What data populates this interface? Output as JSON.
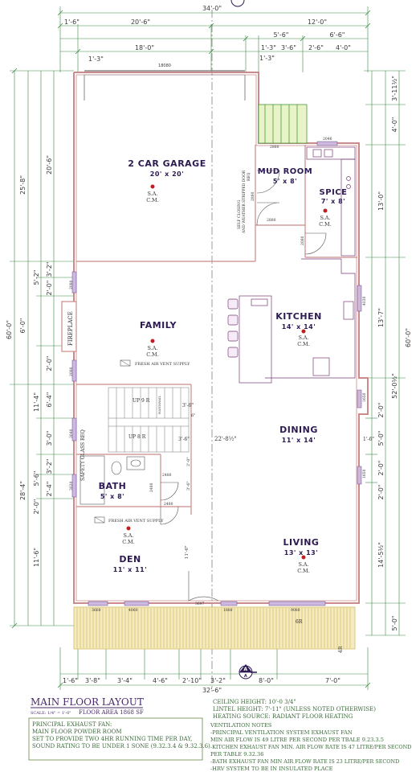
{
  "plan": {
    "top_dimensions": {
      "overall": "34'-0\"",
      "left_span": "20'-6\"",
      "right_span": "12'-0\"",
      "left_offset": "1'-6\"",
      "garage_width": "18'-0\"",
      "garage_offset": "1'-3\"",
      "right_a": "5'-6\"",
      "right_b": "6'-6\"",
      "right_c": "1'-3\"",
      "right_d": "3'-6\"",
      "right_e": "2'-6\"",
      "right_f": "4'-0\"",
      "garage_door_code": "18080"
    },
    "left_dimensions": {
      "garage_depth": "20'-6\"",
      "upper_total": "25'-8\"",
      "total": "60'-0\"",
      "family_a": "5'-2\"",
      "family_b": "3'-2\"",
      "family_c": "2'-0\"",
      "fireplace_a": "6'-0\"",
      "fireplace_b": "2'-0\"",
      "stair_a": "11'-4\"",
      "stair_b": "6'-4\"",
      "stair_c": "3'-0\"",
      "lower_total": "28'-4\"",
      "bath_a": "3'-2\"",
      "bath_b": "5'-6\"",
      "bath_c": "2'-4\"",
      "bath_d": "2'-0\"",
      "den_depth": "11'-6\""
    },
    "right_dimensions": {
      "top_a": "3'-11½\"",
      "top_b": "4'-0\"",
      "upper": "13'-0\"",
      "kitchen": "13'-7\"",
      "total": "60'-0\"",
      "mid_total": "52'-0½\"",
      "dining_a": "2'-0\"",
      "dining_b": "5'-0\"",
      "dining_c": "1'-6\"",
      "living_a": "2'-0\"",
      "living_b": "2'-0\"",
      "living": "14'-5½\"",
      "porch": "5'-0\""
    },
    "bottom_dimensions": {
      "d1": "1'-6\"",
      "d2": "3'-8\"",
      "d3": "3'-4\"",
      "d4": "4'-6\"",
      "d5": "2'-10\"",
      "d6": "3'-2\"",
      "d7": "8'-0\"",
      "d8": "7'-0\"",
      "overall": "32'-6\""
    },
    "rooms": {
      "garage": {
        "name": "2 CAR GARAGE",
        "size": "20' x 20'"
      },
      "mud": {
        "name": "MUD ROOM",
        "size": "5' x 8'"
      },
      "spice": {
        "name": "SPICE",
        "size": "7' x 8'"
      },
      "kitchen": {
        "name": "KITCHEN",
        "size": "14' x 14'"
      },
      "family": {
        "name": "FAMILY"
      },
      "dining": {
        "name": "DINING",
        "size": "11' x 14'"
      },
      "bath": {
        "name": "BATH",
        "size": "5' x 8'"
      },
      "den": {
        "name": "DEN",
        "size": "11' x 11'"
      },
      "living": {
        "name": "LIVING",
        "size": "13' x 13'"
      }
    },
    "detectors": {
      "sa": "S.A.",
      "cm": "C.M."
    },
    "notes_inline": {
      "fresh_air": "FRESH AIR VENT SUPPLY",
      "fireplace": "FIREPLACE",
      "safety_glass": "SAFETY GLASS REQ",
      "self_closing": "SELF CLOSING",
      "weather_strip": "AND WEATHER STRIPPED DOOR",
      "req": "REQ",
      "up_9r": "UP 9 R",
      "up_8r": "UP 8 R",
      "dining_width": "22'-8½\"",
      "stair_gap": "3'-6\"",
      "dn_6r": "6R",
      "dn_4r": "4R",
      "handrail": "HANDRAIL",
      "stair_6": "6\"",
      "stair_36": "3'-6\"",
      "bath_20": "2'-0\"",
      "bath_36": "3'-6\"",
      "den_116": "11'-6\"",
      "dining_16": "1'-6\""
    },
    "opening_codes": {
      "o2046": "2046",
      "o2880a": "2880",
      "o2880b": "2880",
      "o2880c": "2880",
      "o2080a": "2080",
      "o2480a": "2480",
      "o2080b": "2080",
      "o2080c": "2080",
      "o4030": "4030",
      "o3040": "3040",
      "o3020": "3020",
      "o1650a": "1650",
      "o1650b": "1650",
      "o2480b": "2480",
      "o2480c": "2480",
      "o3660": "3660",
      "o4060": "4060",
      "o1880": "1880",
      "o9080": "9080",
      "o3697": "3697"
    },
    "section_a": "A",
    "section_sheet": "A"
  },
  "title_block": {
    "title": "MAIN FLOOR LAYOUT",
    "scale": "SCALE: 1/4\" = 1'-0\"",
    "floor_area": "FLOOR AREA 1868 SF",
    "exhaust_lines": [
      "PRINCIPAL EXHAUST FAN:",
      "MAIN FLOOR POWDER ROOM",
      "SET TO PROVIDE TWO 4HR RUNNING TIME PER DAY,",
      "SOUND RATING TO BE UNDER 1  SONE (9.32.3.4 & 9.32.3.6)"
    ],
    "specs": [
      "CEILING HEIGHT: 10'-0 3/4\"",
      "LINTEL HEIGHT: 7'-11\" (UNLESS NOTED OTHERWISE)",
      "HEATING SOURCE: RADIANT FLOOR HEATING"
    ],
    "vent_lines": [
      "VENTILATION NOTES",
      "-PRINCIPAL VENTILATION SYSTEM EXHAUST FAN",
      "MIN AIR FLOW IS  49 LITRE PER SECOND PER TBALE 9.23.3.5",
      "-KITCHEN EXHAUST FAN MIN. AIR FLOW RATE IS 47 LITRE/PER SECOND",
      "PER TABLE 9.32.36",
      "-BATH  EXHAUST FAN MIN AIR FLOW RATE IS  23  LITRE/PER SECOND",
      "-HRV SYSTEM TO BE IN INSULATED PLACE"
    ]
  },
  "colors": {
    "wall": "#cc8a8a",
    "dim": "#2f7a36",
    "ink": "#2d1a52",
    "note": "#3a7a3a",
    "porch": "#d9c25a",
    "red": "#c02020"
  }
}
